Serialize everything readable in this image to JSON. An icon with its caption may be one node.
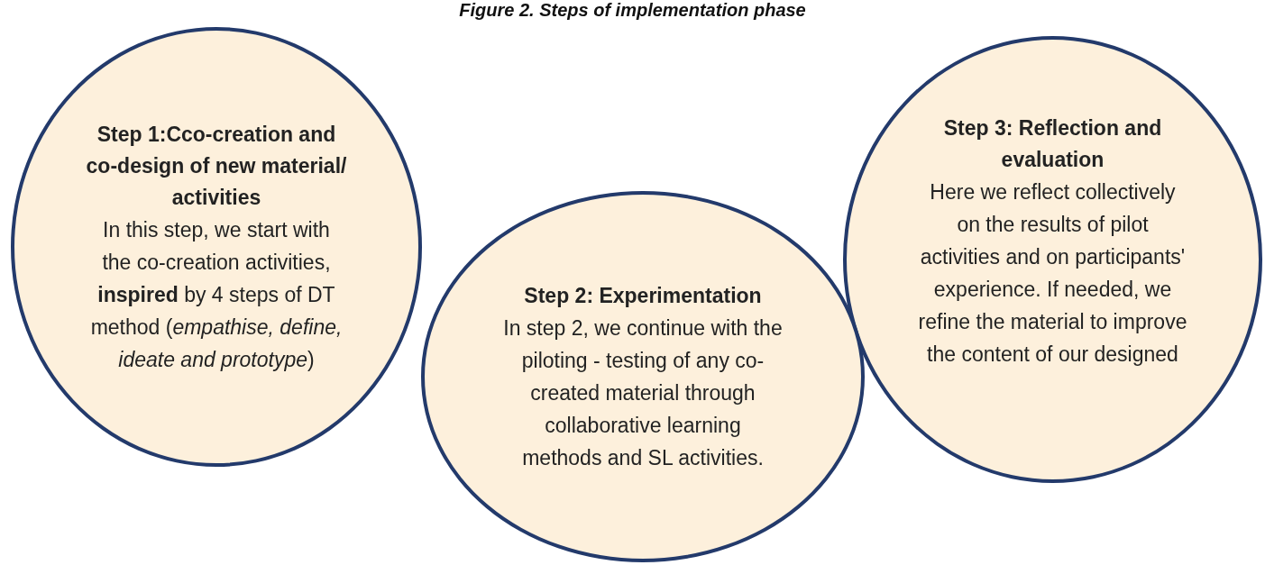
{
  "diagram": {
    "title": "Figure 2. Steps of implementation phase",
    "nodes": [
      {
        "text": [
          "Step 1:Cco-creation and co-design of new material/ activities",
          "In this step, we start with the co-creation activities, **inspired** by 4 steps of DT method (*empathise, define, ideate and prototype*)"
        ]
      },
      {
        "text": [
          "Step 2: Experimentation",
          "In step 2, we continue with the piloting - testing of any co-created material through collaborative learning methods and SL activities."
        ]
      },
      {
        "text": [
          "Step 3: Reflection and evaluation",
          "Here we reflect collectively on the results of pilot activities and on participants' experience. If needed, we refine the material to improve the content of our designed"
        ]
      }
    ],
    "edges": []
  }
}
